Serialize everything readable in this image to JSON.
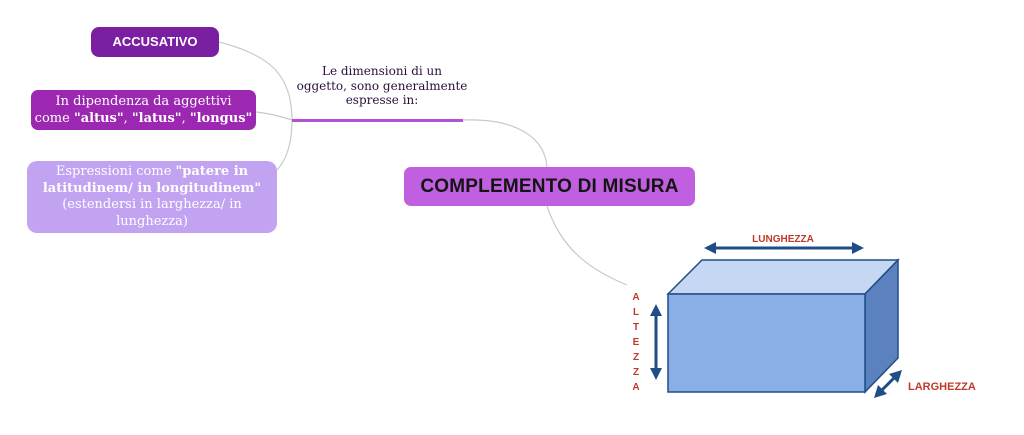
{
  "nodes": {
    "accusativo": "ACCUSATIVO",
    "dipendenza": {
      "line1": "In dipendenza da aggettivi",
      "prefix": "come ",
      "altus": "\"altus\"",
      "sep1": ", ",
      "latus": "\"latus\"",
      "sep2": ", ",
      "longus": "\"longus\""
    },
    "espressioni": {
      "prefix": "Espressioni come ",
      "phrase": "\"patere in latitudinem/ in longitudinem\"",
      "suffix": "(estendersi in larghezza/ in lunghezza)"
    },
    "dimensioni": "Le dimensioni di un oggetto, sono generalmente espresse in:",
    "main": "COMPLEMENTO DI MISURA"
  },
  "illustration": {
    "lunghezza": "LUNGHEZZA",
    "altezza_letters": [
      "A",
      "L",
      "T",
      "E",
      "Z",
      "Z",
      "A"
    ],
    "larghezza": "LARGHEZZA"
  },
  "colors": {
    "dark_purple": "#7b1fa2",
    "purple": "#9c27b0",
    "lavender": "#c2a3f2",
    "main_purple": "#c05fe0",
    "label_red": "#c0392b",
    "box_blue": "#8aaee6"
  }
}
